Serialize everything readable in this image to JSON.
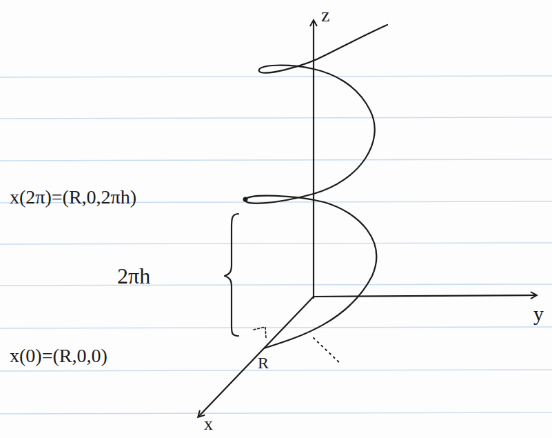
{
  "diagram": {
    "labels": [
      "z",
      "y",
      "x",
      "x(2π)=(R,0,2πh)",
      "2πh",
      "x(0)=(R,0,0)",
      "R"
    ]
  }
}
